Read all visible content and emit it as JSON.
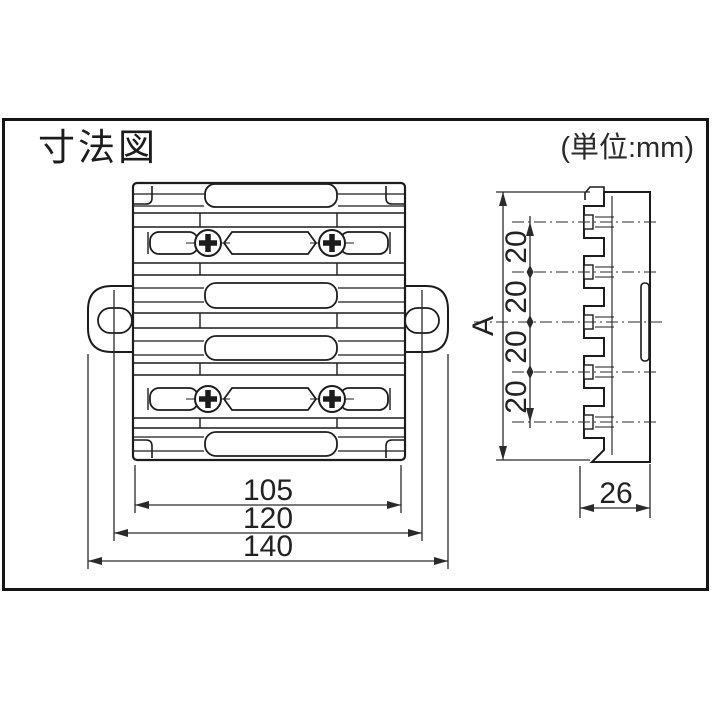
{
  "title": "寸法図",
  "unit_note": "(単位:mm)",
  "front_view": {
    "description": "front elevation of finned terminal block body with two mounting ears and four phillips screws",
    "dimensions": {
      "body_width": "105",
      "mounting_hole_pitch": "120",
      "overall_width": "140"
    }
  },
  "side_view": {
    "description": "side profile with castellated fins",
    "dimensions": {
      "overall_height": "A",
      "fin_pitch": "20",
      "fin_pitch_count": 4,
      "depth": "26"
    }
  },
  "colors": {
    "line": "#1c1c1c",
    "dimension_line": "#2a2a2a",
    "background": "#ffffff"
  }
}
